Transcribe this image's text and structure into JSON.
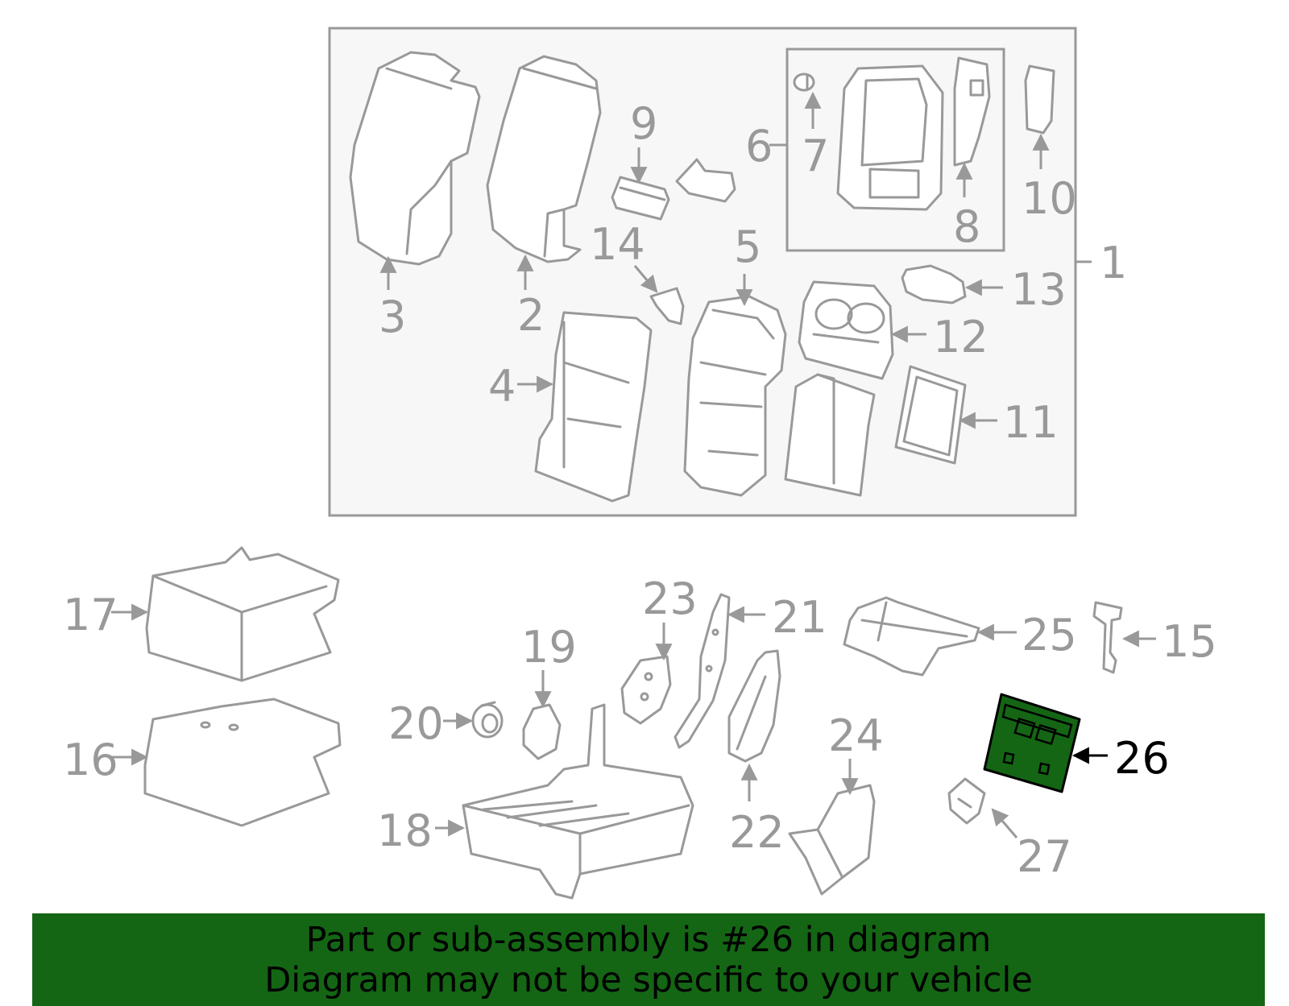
{
  "colors": {
    "outline": "#999999",
    "highlight_fill": "#146614",
    "banner_bg": "#146614",
    "assembly_bg": "#f7f7f7"
  },
  "callouts": {
    "c1": "1",
    "c2": "2",
    "c3": "3",
    "c4": "4",
    "c5": "5",
    "c6": "6",
    "c7": "7",
    "c8": "8",
    "c9": "9",
    "c10": "10",
    "c11": "11",
    "c12": "12",
    "c13": "13",
    "c14": "14",
    "c15": "15",
    "c16": "16",
    "c17": "17",
    "c18": "18",
    "c19": "19",
    "c20": "20",
    "c21": "21",
    "c22": "22",
    "c23": "23",
    "c24": "24",
    "c25": "25",
    "c26": "26",
    "c27": "27"
  },
  "highlighted_part": "26",
  "banner": {
    "line1": "Part or sub-assembly is #26 in diagram",
    "line2": "Diagram may not be specific to your vehicle"
  }
}
